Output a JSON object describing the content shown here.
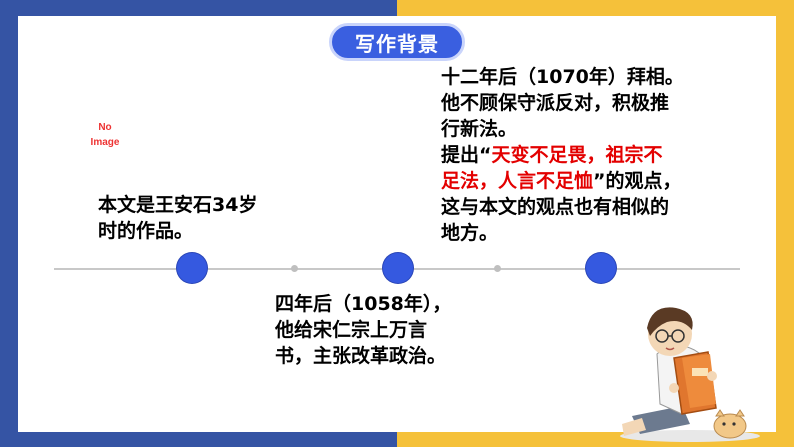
{
  "title": "写作背景",
  "image_placeholder": {
    "line1": "No",
    "line2": "Image"
  },
  "event1": {
    "line1": "本文是王安石34岁",
    "line2": "时的作品。"
  },
  "event2": {
    "line1": "四年后（1058年），",
    "line2": "他给宋仁宗上万言",
    "line3": "书，主张改革政治。"
  },
  "event3": {
    "line1": "十二年后（1070年）拜相。",
    "line2": "他不顾保守派反对，积极推",
    "line3": "行新法。",
    "line4_prefix": "提出“",
    "line4_red": "天变不足畏，祖宗不",
    "line5_red": "足法，人言不足恤",
    "line5_suffix": "”的观点，",
    "line6": "这与本文的观点也有相似的",
    "line7": "地方。"
  },
  "colors": {
    "accent_blue": "#3559e0",
    "frame_blue": "#3554a4",
    "frame_yellow": "#f5c13a",
    "highlight_red": "#e30000"
  }
}
